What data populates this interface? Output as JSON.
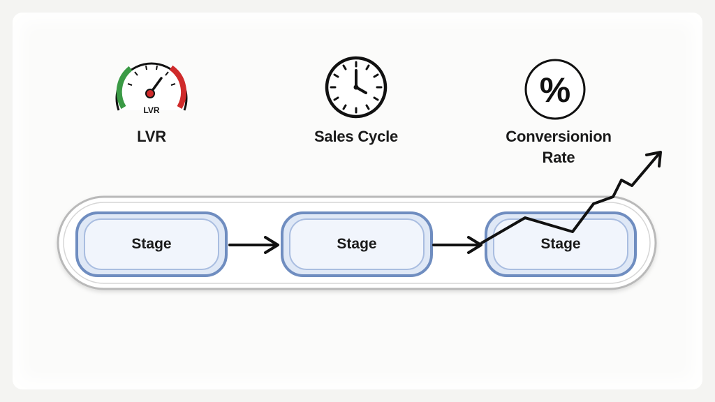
{
  "metrics": [
    {
      "id": "lvr",
      "label_lines": [
        "LVR"
      ],
      "icon": "gauge-icon",
      "icon_text": "LVR"
    },
    {
      "id": "sales-cycle",
      "label_lines": [
        "Sales Cycle"
      ],
      "icon": "clock-icon"
    },
    {
      "id": "conversion-rate",
      "label_lines": [
        "Conversionion",
        "Rate"
      ],
      "icon": "percent-icon",
      "icon_text": "%"
    }
  ],
  "stages": [
    {
      "label": "Stage"
    },
    {
      "label": "Stage"
    },
    {
      "label": "Stage"
    }
  ],
  "colors": {
    "stage_fill": "#eef3fb",
    "stage_border": "#5f7fb6",
    "stage_border_light": "#c9d7ee",
    "container_border": "#b8b8b8",
    "gauge_green": "#3a9a45",
    "gauge_red": "#cf2a2a",
    "ink": "#111111"
  }
}
